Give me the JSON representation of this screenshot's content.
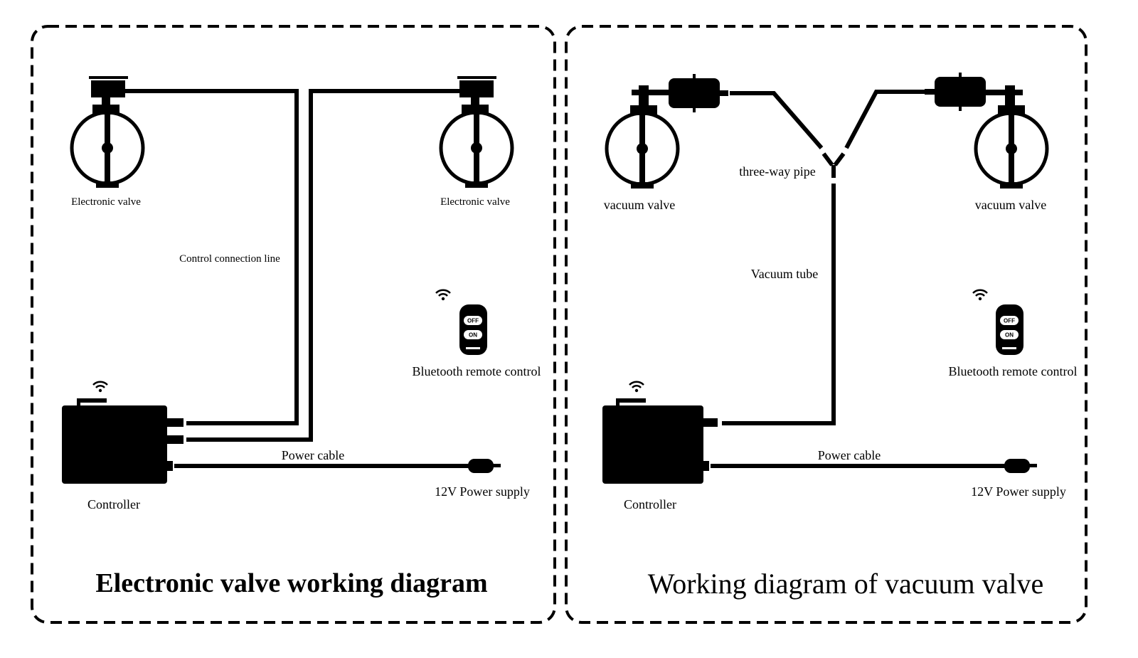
{
  "left_panel": {
    "title": "Electronic valve working diagram",
    "valve_left_label": "Electronic valve",
    "valve_right_label": "Electronic valve",
    "control_line_label": "Control connection line",
    "remote_label": "Bluetooth remote control",
    "remote_off": "OFF",
    "remote_on": "ON",
    "power_cable_label": "Power cable",
    "power_supply_label": "12V Power supply",
    "controller_label": "Controller"
  },
  "right_panel": {
    "title": "Working diagram of vacuum valve",
    "valve_left_label": "vacuum valve",
    "valve_right_label": "vacuum valve",
    "three_way_label": "three-way pipe",
    "vacuum_tube_label": "Vacuum tube",
    "remote_label": "Bluetooth remote control",
    "remote_off": "OFF",
    "remote_on": "ON",
    "power_cable_label": "Power cable",
    "power_supply_label": "12V Power supply",
    "controller_label": "Controller"
  },
  "colors": {
    "ink": "#000000",
    "background": "#ffffff"
  }
}
